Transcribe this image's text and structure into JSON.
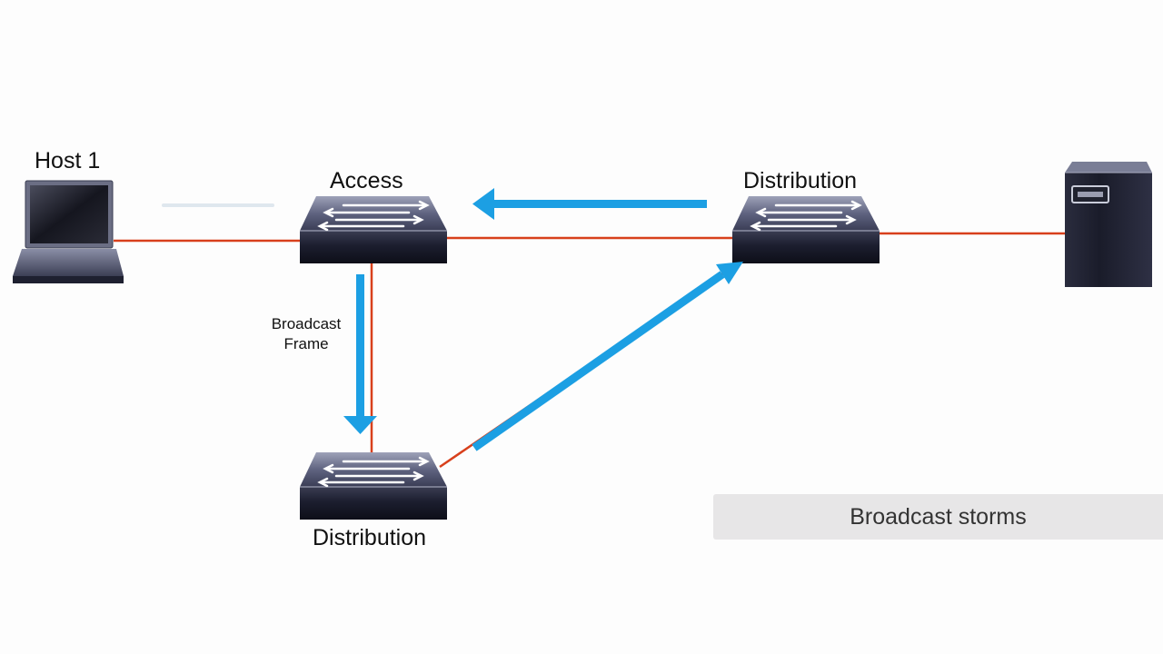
{
  "labels": {
    "host": "Host 1",
    "access": "Access",
    "distribution_right": "Distribution",
    "distribution_bottom": "Distribution",
    "frame_line1": "Broadcast",
    "frame_line2": "Frame"
  },
  "caption": "Broadcast storms",
  "colors": {
    "link": "#d8401c",
    "flow_arrow": "#1c9fe3",
    "device_dark": "#16182a",
    "background": "#fdfdfd",
    "caption_bg": "#e7e6e7"
  },
  "icons": [
    "laptop-icon",
    "switch-icon",
    "server-icon",
    "arrow-icon"
  ]
}
